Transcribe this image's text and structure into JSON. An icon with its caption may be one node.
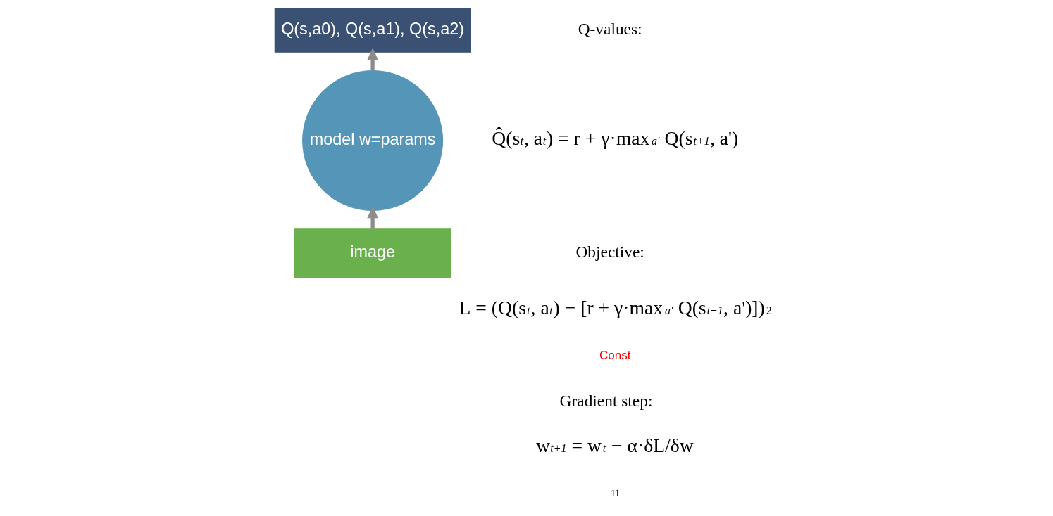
{
  "diagram": {
    "nodes": [
      {
        "text": [
          "Q(s,a0), Q(s,a1), Q(s,a2)"
        ]
      },
      {
        "text": [
          "model w=params"
        ]
      },
      {
        "text": [
          "image"
        ]
      }
    ],
    "edges": [
      {
        "from": 2,
        "to": 1,
        "arrow": "to"
      },
      {
        "from": 1,
        "to": 0,
        "arrow": "to"
      }
    ],
    "labels": [
      "Q-values:",
      "Q̂(s$_{t}$, a$_{t}$) = r + γ·max$_{a'}$ Q(s$_{t+1}$, a')",
      "Objective:",
      "L = (Q(s$_{t}$, a$_{t}$) − [r + γ·max$_{a'}$ Q(s$_{t+1}$, a')])$^{2}$",
      "Const",
      "Gradient step:",
      "w$_{t+1}$ = w$_{t}$ − α·δL/δw",
      "11"
    ]
  }
}
